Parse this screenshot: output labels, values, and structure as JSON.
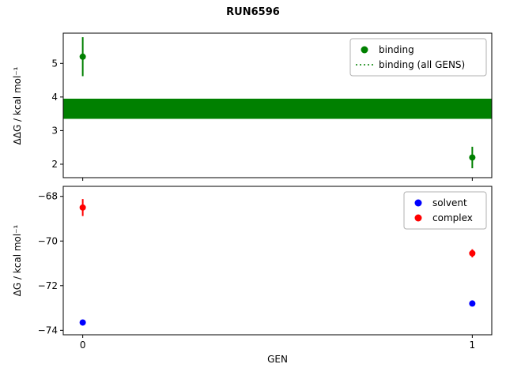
{
  "title": "RUN6596",
  "xlabel": "GEN",
  "chart_data": [
    {
      "type": "scatter",
      "ylabel": "ΔΔG / kcal mol⁻¹",
      "x_range": [
        -0.05,
        1.05
      ],
      "y_range": [
        1.6,
        5.9
      ],
      "x_ticks": [
        0,
        1
      ],
      "x_tick_labels": [
        "",
        ""
      ],
      "y_ticks": [
        2,
        3,
        4,
        5
      ],
      "y_tick_labels": [
        "2",
        "3",
        "4",
        "5"
      ],
      "grid": false,
      "legend_position": "top-right",
      "series": [
        {
          "name": "binding",
          "type": "points",
          "color": "#008000",
          "points": [
            {
              "x": 0,
              "y": 5.2,
              "yerr": 0.58
            },
            {
              "x": 1,
              "y": 2.2,
              "yerr": 0.32
            }
          ]
        },
        {
          "name": "binding (all GENS)",
          "type": "band",
          "color": "#008000",
          "y_low": 3.35,
          "y_high": 3.95
        }
      ],
      "legend": [
        {
          "label": "binding",
          "marker": "dot",
          "color": "#008000"
        },
        {
          "label": "binding (all GENS)",
          "marker": "dotted-line",
          "color": "#008000"
        }
      ]
    },
    {
      "type": "scatter",
      "ylabel": "ΔG / kcal mol⁻¹",
      "x_range": [
        -0.05,
        1.05
      ],
      "y_range": [
        -74.2,
        -67.55
      ],
      "x_ticks": [
        0,
        1
      ],
      "x_tick_labels": [
        "0",
        "1"
      ],
      "y_ticks": [
        -68,
        -70,
        -72,
        -74
      ],
      "y_tick_labels": [
        "−68",
        "−70",
        "−72",
        "−74"
      ],
      "grid": false,
      "legend_position": "top-right",
      "series": [
        {
          "name": "solvent",
          "type": "points",
          "color": "#0000ff",
          "points": [
            {
              "x": 0,
              "y": -73.65,
              "yerr": 0.12
            },
            {
              "x": 1,
              "y": -72.8,
              "yerr": 0.12
            }
          ]
        },
        {
          "name": "complex",
          "type": "points",
          "color": "#ff0000",
          "points": [
            {
              "x": 0,
              "y": -68.5,
              "yerr": 0.38
            },
            {
              "x": 1,
              "y": -70.55,
              "yerr": 0.18
            }
          ]
        }
      ],
      "legend": [
        {
          "label": "solvent",
          "marker": "dot",
          "color": "#0000ff"
        },
        {
          "label": "complex",
          "marker": "dot",
          "color": "#ff0000"
        }
      ]
    }
  ]
}
